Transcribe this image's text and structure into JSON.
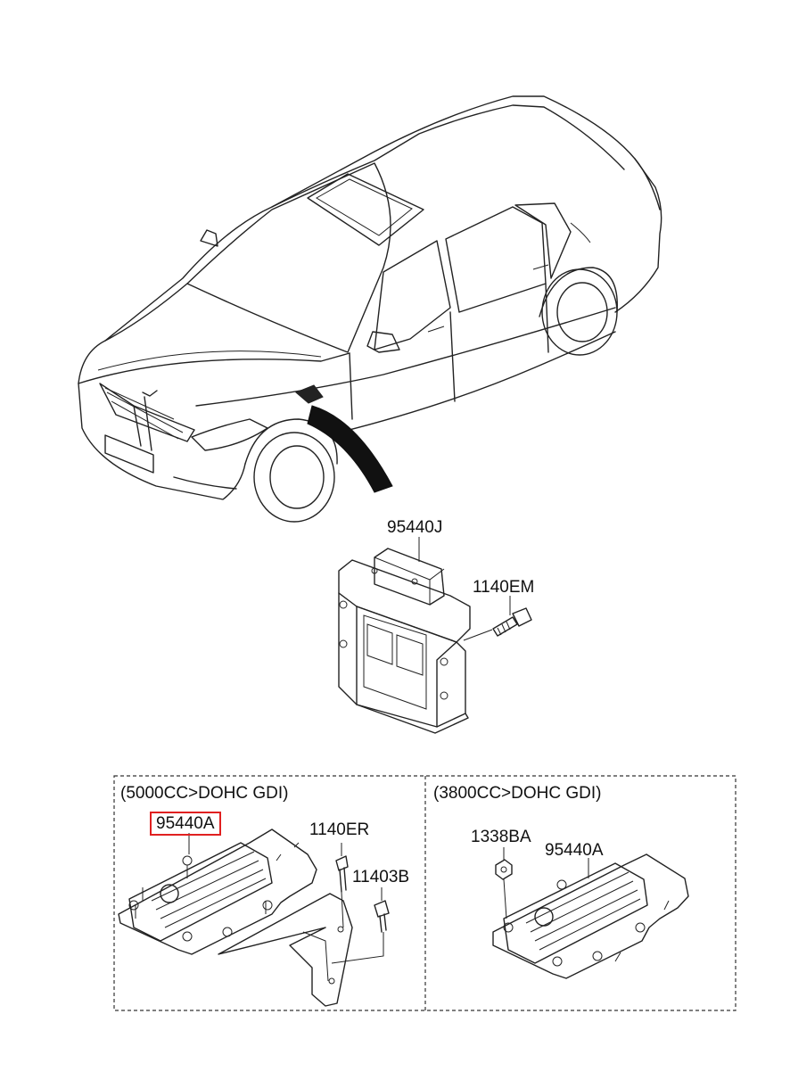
{
  "highlight_color": "#e02020",
  "callouts": {
    "main_module": "95440J",
    "main_bolt": "1140EM"
  },
  "detail_left": {
    "title": "(5000CC>DOHC GDI)",
    "module": "95440A",
    "bolt_1": "1140ER",
    "bolt_2": "11403B"
  },
  "detail_right": {
    "title": "(3800CC>DOHC GDI)",
    "nut": "1338BA",
    "module": "95440A"
  },
  "icons": [
    "car-illustration",
    "location-arrow-icon",
    "ecu-module-icon",
    "bolt-icon",
    "nut-icon",
    "bracket-icon"
  ]
}
